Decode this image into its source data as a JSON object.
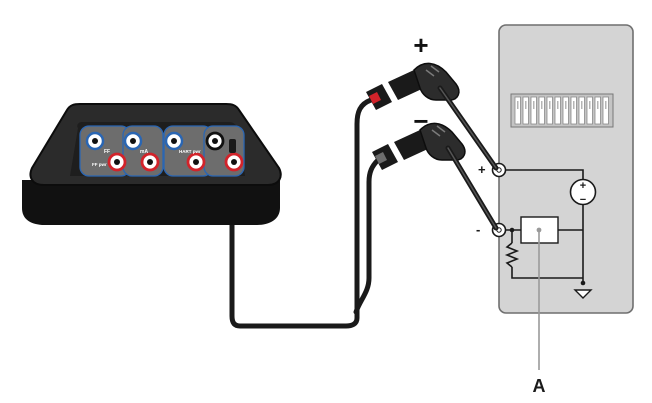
{
  "meter": {
    "jack_labels": [
      "FF",
      "FF pwr",
      "mA",
      "HART pwr"
    ]
  },
  "probes": {
    "plus_sign": "+",
    "minus_sign": "−"
  },
  "device": {
    "plus_terminal_label": "+",
    "minus_terminal_label": "-",
    "source_plus": "+",
    "source_minus": "−"
  },
  "callout": {
    "label": "A"
  },
  "colors": {
    "panel": "#d4d4d4",
    "meter_body": "#1c1c1c",
    "jack_red": "#d2232a",
    "jack_blue": "#2a66b3",
    "wire": "#1a1a1a",
    "callout_line": "#9a9a9a"
  }
}
